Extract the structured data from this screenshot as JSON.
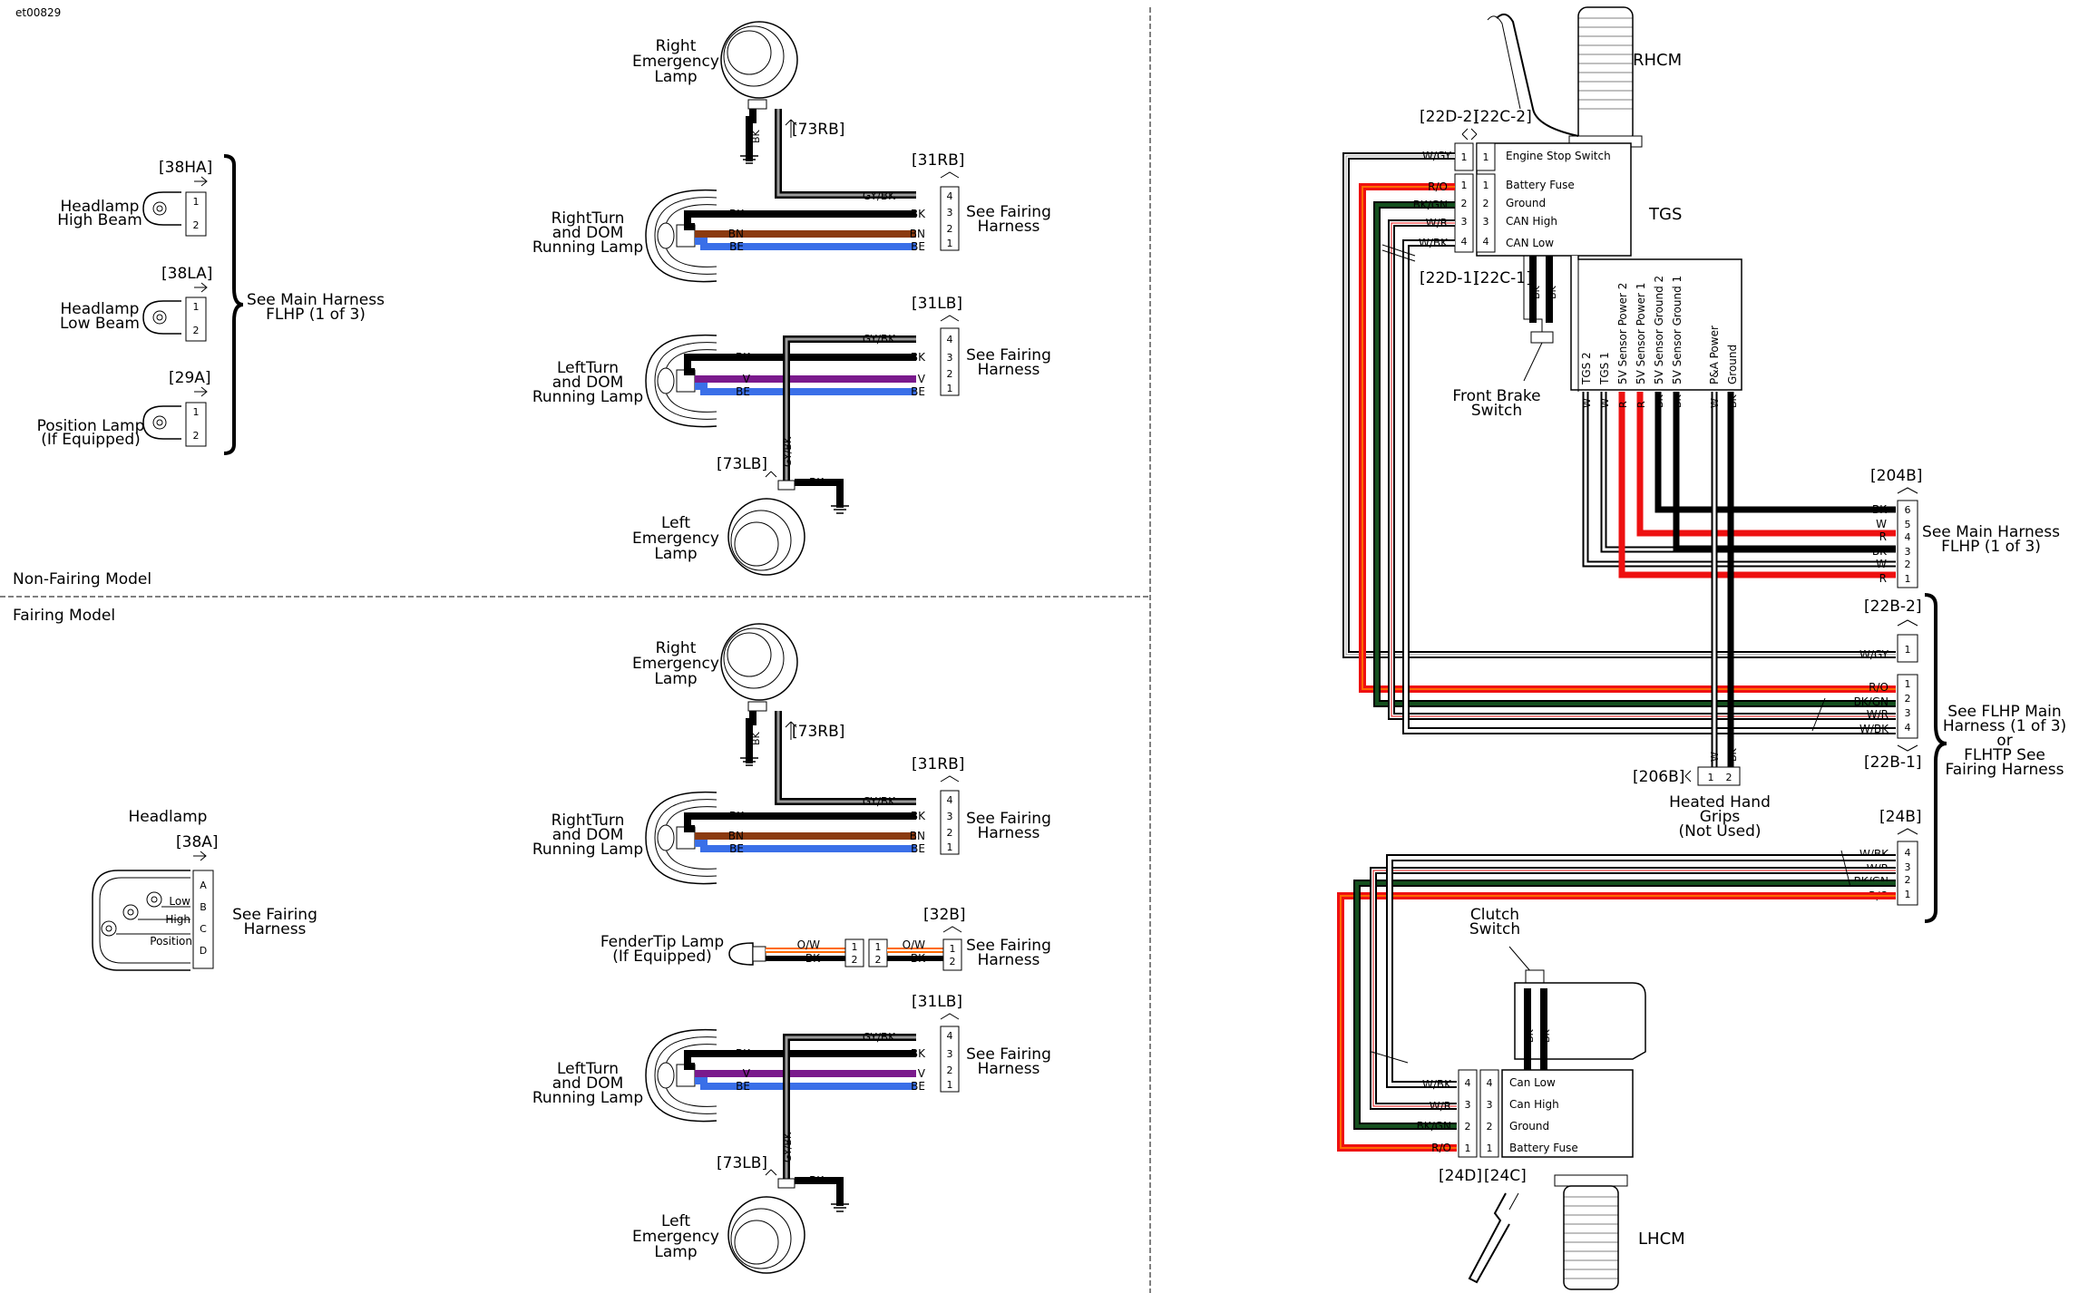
{
  "figure_id": "et00829",
  "sections": {
    "non_fairing": "Non-Fairing Model",
    "fairing": "Fairing Model"
  },
  "nf": {
    "c38ha": "[38HA]",
    "c38la": "[38LA]",
    "c29a": "[29A]",
    "hb1": "Headlamp",
    "hb2": "High Beam",
    "lb1": "Headlamp",
    "lb2": "Low Beam",
    "pl1": "Position Lamp",
    "pl2": "(If Equipped)",
    "see1": "See Main Harness",
    "see2": "FLHP (1 of 3)",
    "rel1": "Right",
    "rel2": "Emergency",
    "rel3": "Lamp",
    "c73rb": "[73RB]",
    "c31rb": "[31RB]",
    "c31lb": "[31LB]",
    "c73lb": "[73LB]",
    "rt1": "RightTurn",
    "rt2": "and DOM",
    "rt3": "Running Lamp",
    "lt1": "LeftTurn",
    "lt2": "and DOM",
    "lt3": "Running Lamp",
    "lel1": "Left",
    "lel2": "Emergency",
    "lel3": "Lamp",
    "sf1": "See Fairing",
    "sf2": "Harness"
  },
  "fm": {
    "hl": "Headlamp",
    "c38a": "[38A]",
    "low": "Low",
    "high": "High",
    "position": "Position",
    "pins": [
      "A",
      "B",
      "C",
      "D"
    ],
    "sf1": "See Fairing",
    "sf2": "Harness",
    "rel1": "Right",
    "rel2": "Emergency",
    "rel3": "Lamp",
    "c73rb": "[73RB]",
    "c31rb": "[31RB]",
    "c32b": "[32B]",
    "c31lb": "[31LB]",
    "c73lb": "[73LB]",
    "rt1": "RightTurn",
    "rt2": "and DOM",
    "rt3": "Running Lamp",
    "ft1": "FenderTip Lamp",
    "ft2": "(If Equipped)",
    "lt1": "LeftTurn",
    "lt2": "and DOM",
    "lt3": "Running Lamp",
    "lel1": "Left",
    "lel2": "Emergency",
    "lel3": "Lamp"
  },
  "wires": {
    "bk": "BK",
    "bn": "BN",
    "be": "BE",
    "v": "V",
    "gybk": "GY/BK",
    "ow": "O/W",
    "wgy": "W/GY",
    "ro": "R/O",
    "bkgn": "BK/GN",
    "wr": "W/R",
    "wbk": "W/BK",
    "w": "W",
    "r": "R"
  },
  "right": {
    "rhcm": "RHCM",
    "lhcm": "LHCM",
    "tgs": "TGS",
    "c22d2": "[22D-2]",
    "c22c2": "[22C-2]",
    "c22d1": "[22D-1]",
    "c22c1": "[22C-1]",
    "rh_funcs": [
      "Engine Stop Switch",
      "Battery Fuse",
      "Ground",
      "CAN High",
      "CAN Low"
    ],
    "tgs_funcs": [
      "TGS 2",
      "TGS 1",
      "5V Sensor Power 2",
      "5V Sensor Power 1",
      "5V Sensor Ground 2",
      "5V Sensor Ground 1",
      "P&A Power",
      "Ground"
    ],
    "fbs1": "Front Brake",
    "fbs2": "Switch",
    "c204b": "[204B]",
    "see_main1": "See Main Harness",
    "see_main2": "FLHP (1 of 3)",
    "c22b2": "[22B-2]",
    "c22b1": "[22B-1]",
    "c24b": "[24B]",
    "flhp1": "See FLHP Main",
    "flhp2": "Harness (1 of 3)",
    "flhp3": "or",
    "flhp4": "FLHTP See",
    "flhp5": "Fairing Harness",
    "c206b": "[206B]",
    "hg1": "Heated Hand",
    "hg2": "Grips",
    "hg3": "(Not Used)",
    "cs1": "Clutch",
    "cs2": "Switch",
    "lh_funcs": [
      "Can Low",
      "Can High",
      "Ground",
      "Battery Fuse"
    ],
    "c24d": "[24D]",
    "c24c": "[24C]"
  },
  "colors": {
    "bk": "#000000",
    "bn": "#8b3a0f",
    "be": "#3a6fe8",
    "v": "#7a1a8c",
    "gy": "#9a9a9a",
    "r": "#ee1111",
    "o": "#ff6a00",
    "gn": "#14501e"
  }
}
